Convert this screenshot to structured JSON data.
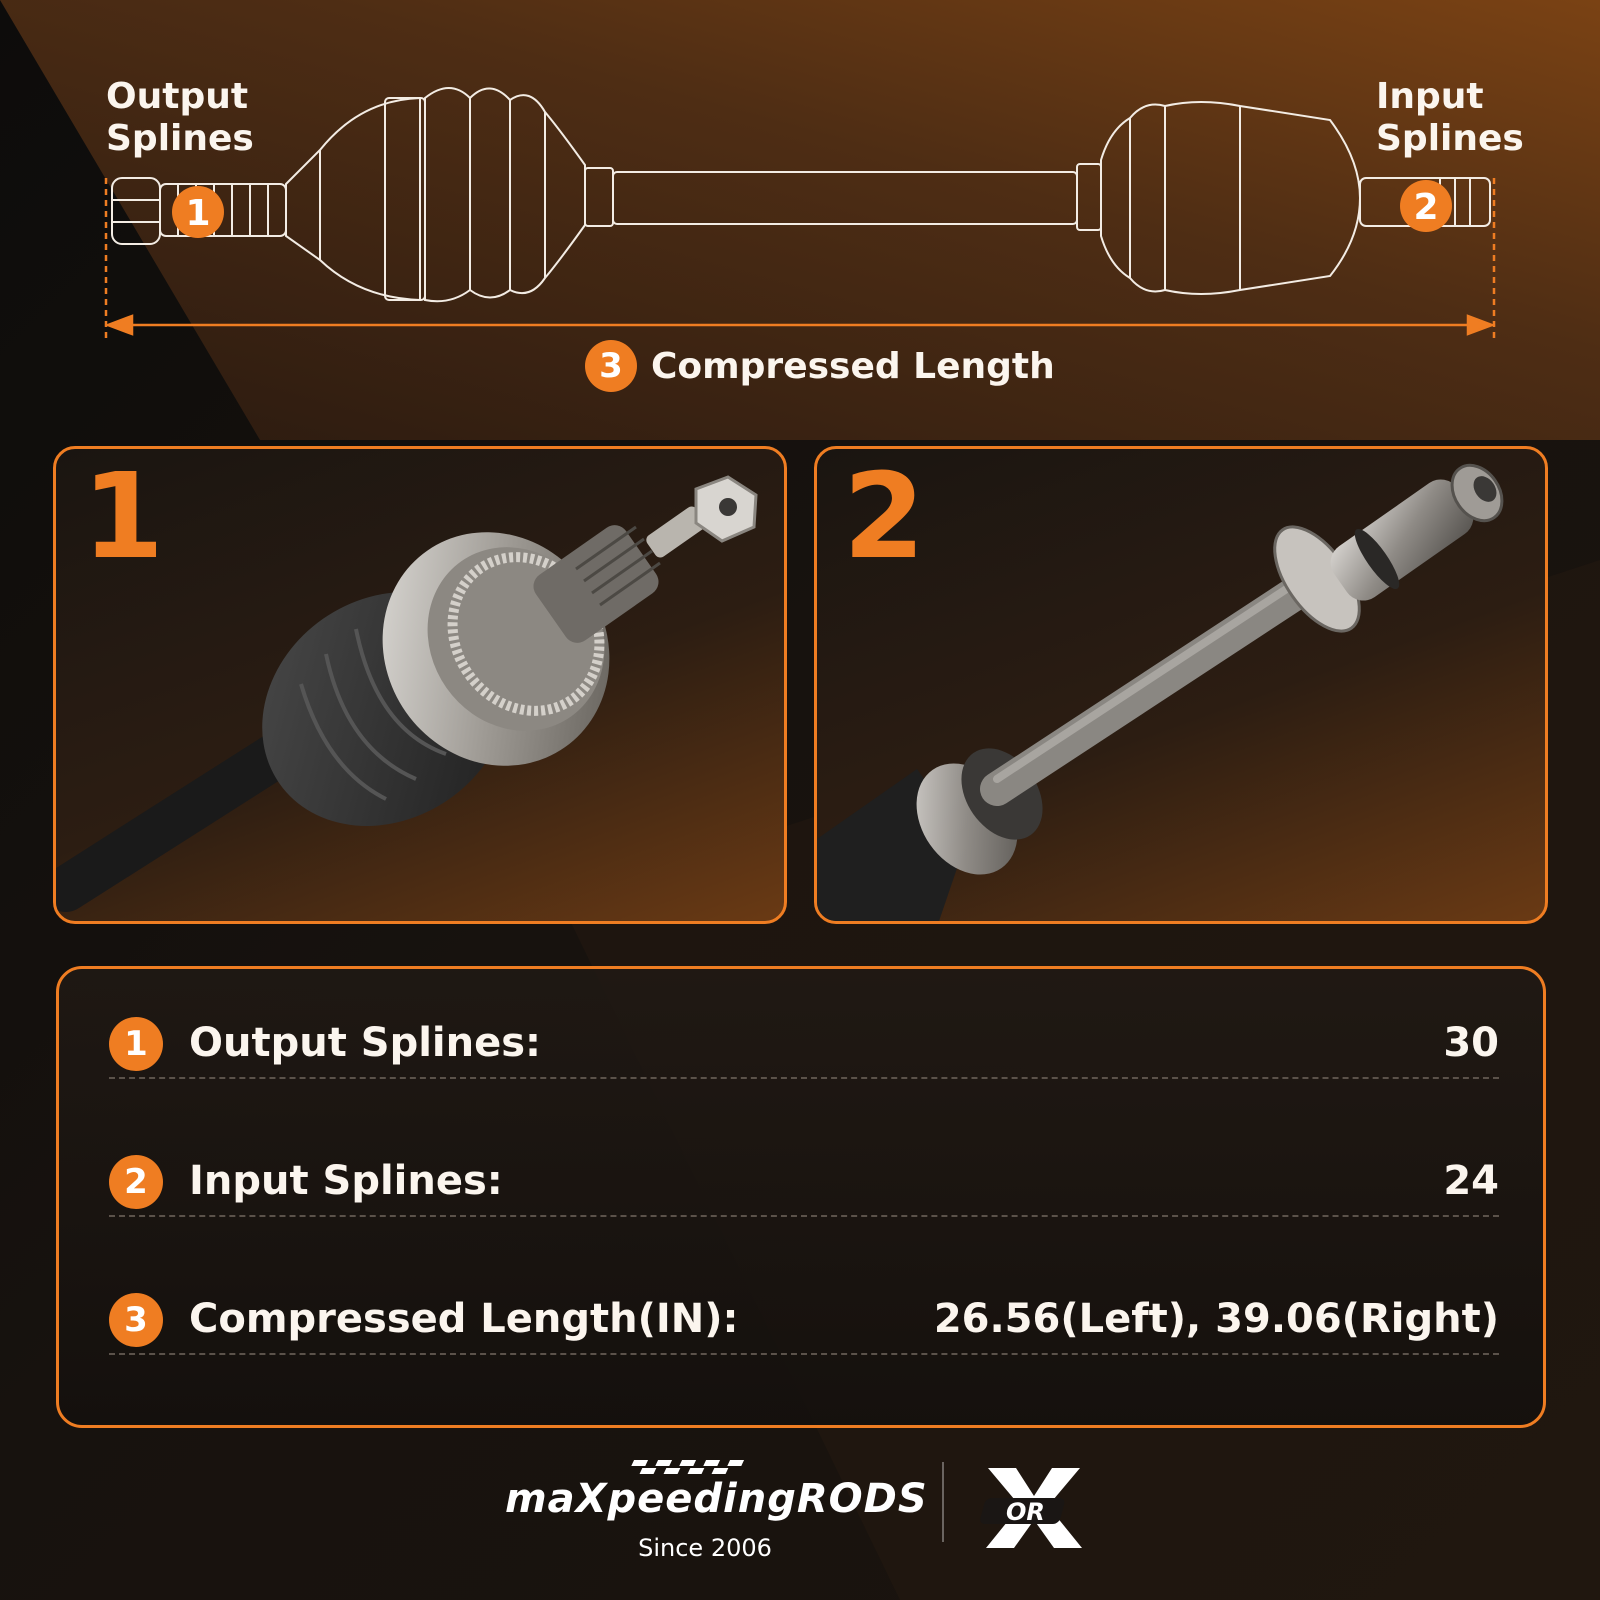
{
  "diagram": {
    "output_label": "Output Splines",
    "input_label": "Input Splines",
    "badge_1": "1",
    "badge_2": "2",
    "badge_3": "3",
    "length_caption": "Compressed Length"
  },
  "panels": [
    {
      "number": "1"
    },
    {
      "number": "2"
    }
  ],
  "specs": [
    {
      "badge": "1",
      "label": "Output Splines:",
      "value": "30"
    },
    {
      "badge": "2",
      "label": "Input Splines:",
      "value": "24"
    },
    {
      "badge": "3",
      "label": "Compressed Length(IN):",
      "value": "26.56(Left), 39.06(Right)"
    }
  ],
  "footer": {
    "brand": "maXpeedingRODS",
    "since": "Since 2006",
    "or_logo_text": "OR"
  },
  "colors": {
    "accent": "#ef7d22",
    "background": "#141110",
    "text": "#fbf5ee"
  }
}
